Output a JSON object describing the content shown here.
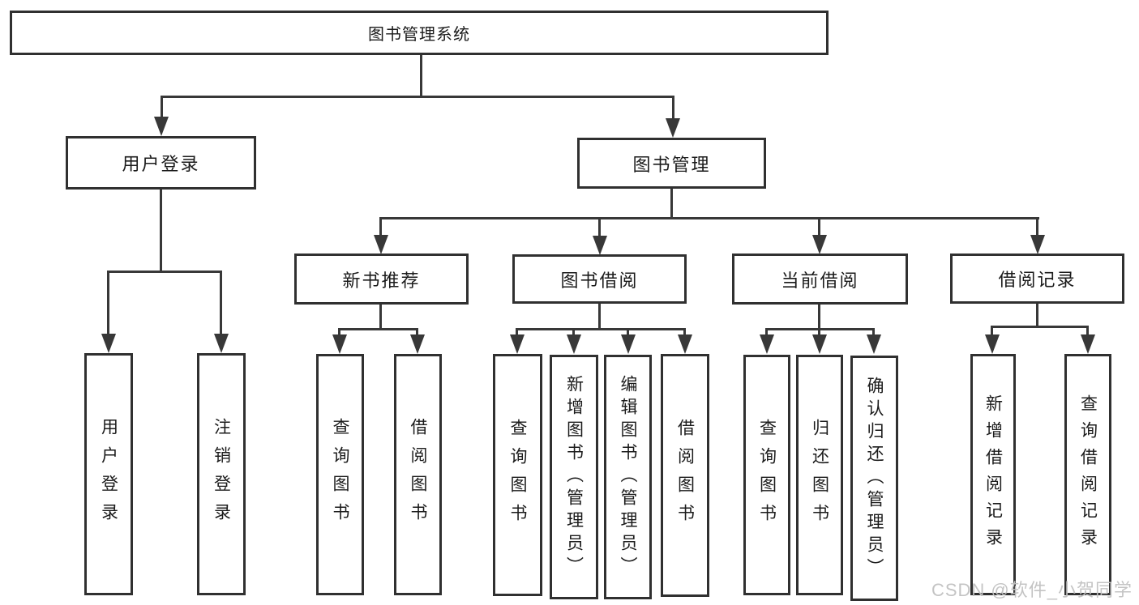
{
  "tree": {
    "label": "图书管理系统",
    "children": [
      {
        "label": "用户登录",
        "children": [
          {
            "label": "用户登录"
          },
          {
            "label": "注销登录"
          }
        ]
      },
      {
        "label": "图书管理",
        "children": [
          {
            "label": "新书推荐",
            "children": [
              {
                "label": "查询图书"
              },
              {
                "label": "借阅图书"
              }
            ]
          },
          {
            "label": "图书借阅",
            "children": [
              {
                "label": "查询图书"
              },
              {
                "label": "新增图书（管理员）"
              },
              {
                "label": "编辑图书（管理员）"
              },
              {
                "label": "借阅图书"
              }
            ]
          },
          {
            "label": "当前借阅",
            "children": [
              {
                "label": "查询图书"
              },
              {
                "label": "归还图书"
              },
              {
                "label": "确认归还（管理员）"
              }
            ]
          },
          {
            "label": "借阅记录",
            "children": [
              {
                "label": "新增借阅记录"
              },
              {
                "label": "查询借阅记录"
              }
            ]
          }
        ]
      }
    ]
  },
  "watermark": "CSDN @软件_小贺同学",
  "colors": {
    "line": "#383838",
    "box_border": "#303030",
    "box_fill": "#ffffff",
    "text": "#1b1b1b",
    "watermark": "#c1c1c1"
  }
}
